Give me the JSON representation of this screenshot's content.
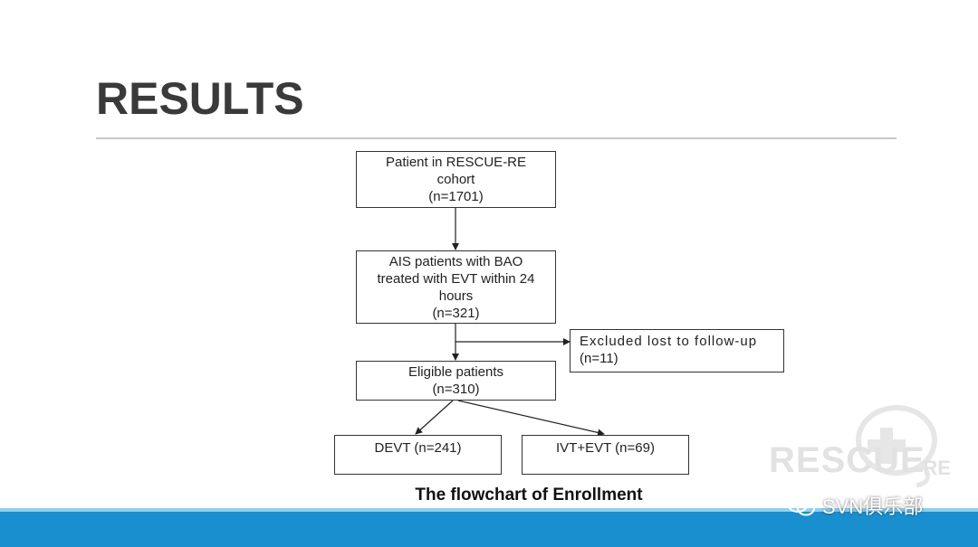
{
  "slide": {
    "title": "RESULTS"
  },
  "flowchart": {
    "nodes": [
      {
        "id": "cohort",
        "lines": [
          "Patient in RESCUE-RE",
          "cohort",
          "(n=1701)"
        ]
      },
      {
        "id": "ais",
        "lines": [
          "AIS patients with BAO",
          "treated with EVT within 24",
          "hours",
          "(n=321)"
        ]
      },
      {
        "id": "excluded",
        "lines": [
          "Excluded lost to follow-up",
          "(n=11)"
        ]
      },
      {
        "id": "eligible",
        "lines": [
          "Eligible patients",
          "(n=310)"
        ]
      },
      {
        "id": "devt",
        "lines": [
          "DEVT (n=241)"
        ]
      },
      {
        "id": "ivt",
        "lines": [
          "IVT+EVT (n=69)"
        ]
      }
    ],
    "edges": [
      {
        "from": "cohort",
        "to": "ais"
      },
      {
        "from": "ais",
        "to": "eligible"
      },
      {
        "from": "ais",
        "to": "excluded"
      },
      {
        "from": "eligible",
        "to": "devt"
      },
      {
        "from": "eligible",
        "to": "ivt"
      }
    ],
    "caption": "The flowchart of Enrollment"
  },
  "watermark": {
    "logo_text": "RESCUE",
    "logo_suffix": "-RE"
  },
  "footer": {
    "wechat_label": "SVN俱乐部",
    "icon": "wechat-icon",
    "bar_color": "#1a8fd0"
  }
}
